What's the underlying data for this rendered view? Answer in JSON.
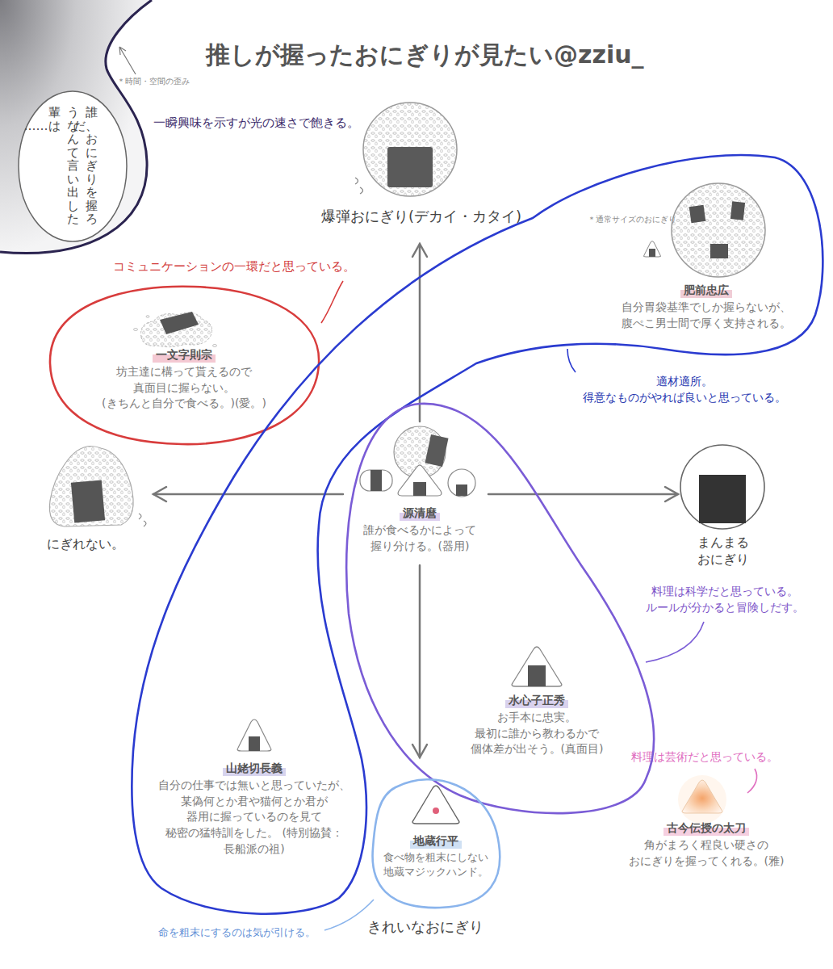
{
  "diagram": {
    "title": "推しが握ったおにぎりが見たい@zziu_",
    "nodes": [
      {
        "text": [
          "誰だ、おにぎりを 握ろうなんて 言い出した輩は……"
        ]
      },
      {
        "text": [
          "コミュニケーションの一環だと思っている。"
        ]
      },
      {
        "text": [
          "一文字則宗",
          "坊主達に構って貰えるので 真面目に握らない。 (きちんと自分で食べる。)(愛。)"
        ],
        "in": 1
      },
      {
        "text": [
          "適材適所。 得意なものがやれば良いと思っている。"
        ]
      },
      {
        "text": [
          "肥前忠広",
          "自分胃袋基準でしか握らないが、 腹ぺこ男士間で厚く支持される。"
        ],
        "in": 3
      },
      {
        "text": [
          "山姥切長義",
          "自分の仕事では無いと思っていたが、 某偽何とか君や猫何とか君が 器用に握っているのを見て 秘密の猛特訓をした。 (特別協賛：長船派の祖)"
        ],
        "in": 3
      },
      {
        "text": [
          "料理は科学だと思っている。 ルールが分かると冒険しだす。"
        ]
      },
      {
        "text": [
          "源清麿",
          "誰が食べるかによって 握り分ける。(器用)"
        ],
        "in": 6
      },
      {
        "text": [
          "水心子正秀",
          "お手本に忠実。 最初に誰から教わるかで 個体差が出そう。(真面目)"
        ],
        "in": 6
      },
      {
        "text": [
          "命を粗末にするのは気が引ける。"
        ]
      },
      {
        "text": [
          "地蔵行平",
          "食べ物を粗末にしない 地蔵マジックハンド。"
        ],
        "in": 9
      },
      {
        "text": [
          "古今伝授の太刀",
          "角がまろく程良い硬さの おにぎりを握ってくれる。(雅)"
        ]
      }
    ],
    "labels": [
      "＊時間・空間の歪み",
      "一瞬興味を示すが光の速さで飽きる。",
      "爆弾おにぎり(デカイ・カタイ)",
      "＊通常サイズのおにぎり",
      "にぎれない。",
      "まんまる おにぎり",
      "料理は芸術だと思っている。",
      "きれいなおにぎり"
    ]
  }
}
